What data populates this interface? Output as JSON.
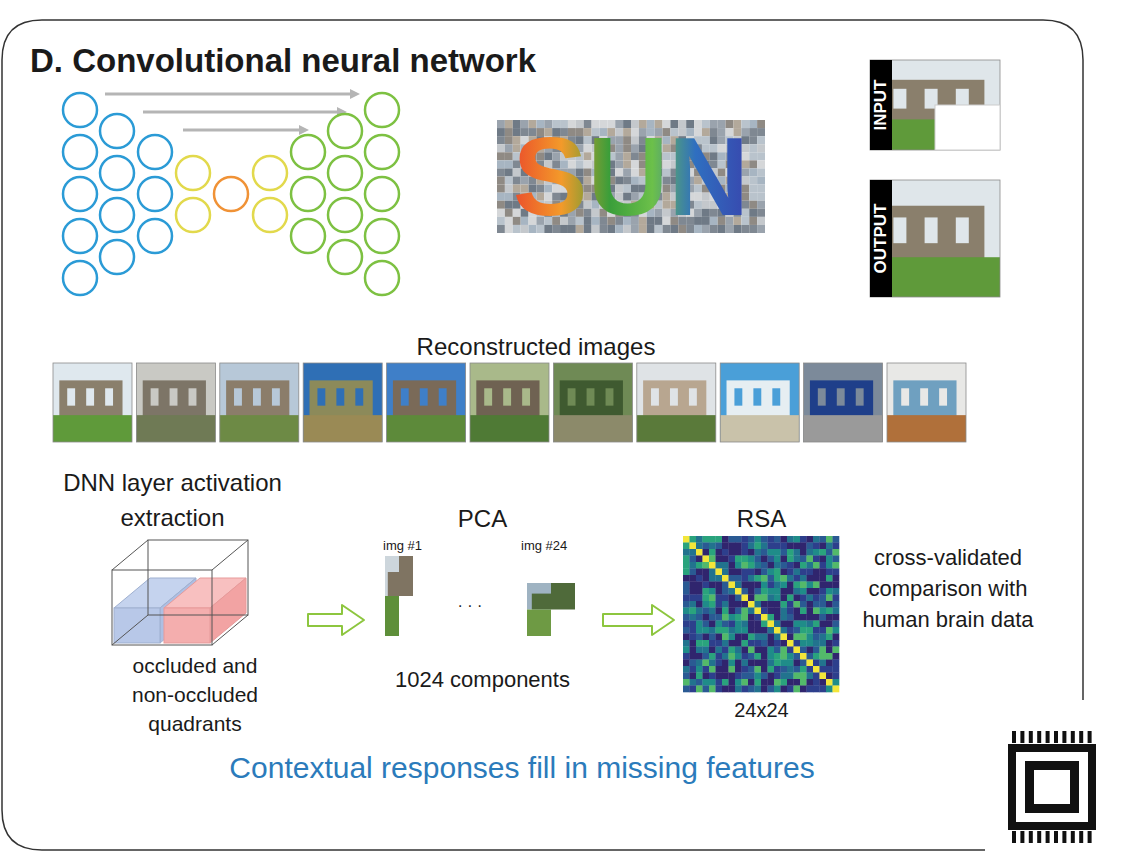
{
  "diagram": {
    "title": "D. Convolutional neural network",
    "caption": "Contextual responses fill in missing features",
    "nodes": [
      {
        "text": [
          "DNN layer activation extraction",
          "occluded and non-occluded quadrants"
        ]
      },
      {
        "text": [
          "PCA",
          "img #1",
          "· · ·",
          "img #24",
          "1024 components"
        ]
      },
      {
        "text": [
          "RSA",
          "24x24",
          "cross-validated comparison with human brain data"
        ]
      }
    ],
    "edges": [
      {
        "from": 0,
        "to": 1,
        "arrow": "to"
      },
      {
        "from": 1,
        "to": 2,
        "arrow": "to"
      }
    ],
    "labels": [
      "SUN",
      "INPUT",
      "OUTPUT",
      "Reconstructed images"
    ]
  }
}
